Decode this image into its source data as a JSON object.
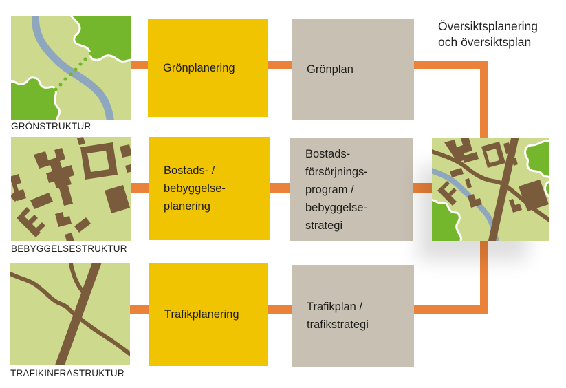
{
  "heading": {
    "text": "Översiktsplanering\noch översiktsplan"
  },
  "rows": [
    {
      "map_icon": "green-structure-map-icon",
      "map_label": "GRÖNSTRUKTUR",
      "planning_box": "Grönplanering",
      "plan_box": "Grönplan"
    },
    {
      "map_icon": "built-structure-map-icon",
      "map_label": "BEBYGGELSESTRUKTUR",
      "planning_box": "Bostads- /\nbebyggelse-\nplanering",
      "plan_box": "Bostads-\nförsörjnings-\nprogram /\nbebyggelse-\nstrategi"
    },
    {
      "map_icon": "traffic-infrastructure-map-icon",
      "map_label": "TRAFIKINFRASTRUKTUR",
      "planning_box": "Trafikplanering",
      "plan_box": "Trafikplan /\ntrafikstrategi"
    }
  ],
  "overview": {
    "map_icon": "comprehensive-plan-map-icon"
  },
  "colors": {
    "orange": "#EB8239",
    "yellow": "#F0C400",
    "box_gray": "#C8C1B3",
    "map_light_green": "#CDD98D",
    "map_dark_green": "#74B62C",
    "map_brown": "#7A5C3D",
    "map_river_blue": "#8FA6BF",
    "text_black": "#1D1D1B"
  }
}
